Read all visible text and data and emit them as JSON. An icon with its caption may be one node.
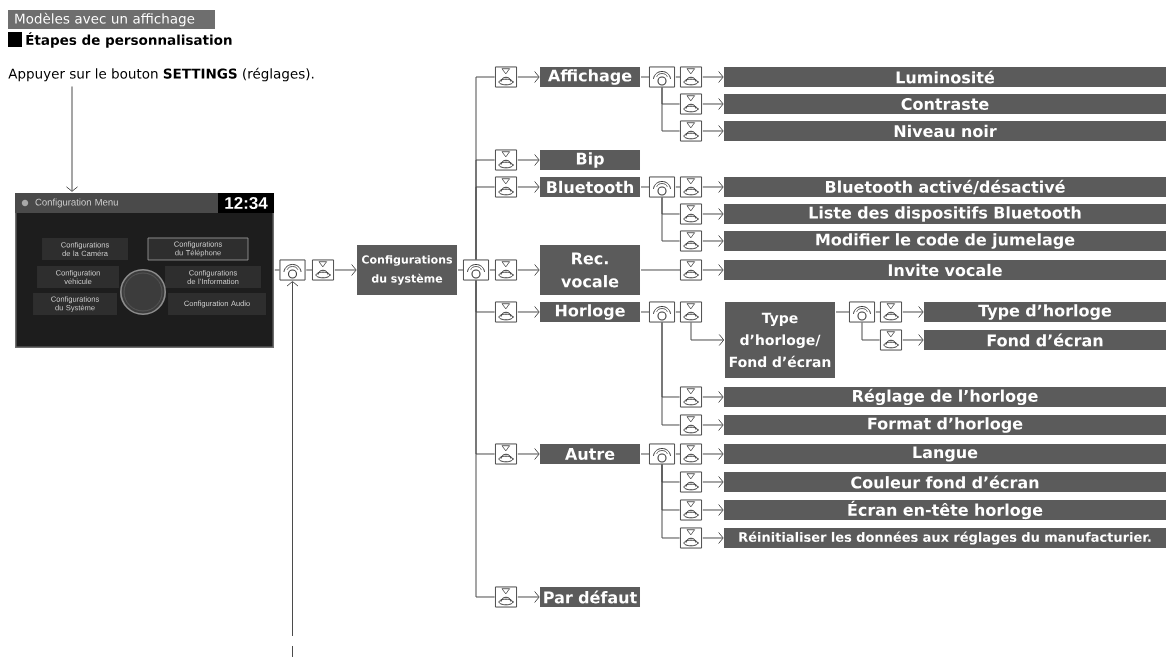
{
  "diagram": {
    "title": "Étapes de personnalisation",
    "nodes": [
      {
        "text": [
          "Modèles avec un affichage"
        ]
      },
      {
        "text": [
          "Appuyer sur le bouton **SETTINGS** (réglages)."
        ]
      },
      {
        "text": [],
        "shape": "picture"
      },
      {
        "text": [
          "Configuration Menu"
        ],
        "in": 2
      },
      {
        "text": [
          "12:34"
        ],
        "in": 2
      },
      {
        "text": [
          "Configurations de la Caméra"
        ],
        "in": 2
      },
      {
        "text": [
          "Configurations du Téléphone"
        ],
        "in": 2
      },
      {
        "text": [
          "Configuration véhicule"
        ],
        "in": 2
      },
      {
        "text": [
          "Configurations de l’Information"
        ],
        "in": 2
      },
      {
        "text": [
          "Configurations du Système"
        ],
        "in": 2
      },
      {
        "text": [
          "Configuration Audio"
        ],
        "in": 2
      },
      {
        "text": [],
        "shape": "circle",
        "in": 2
      },
      {
        "text": [],
        "shape": "picture"
      },
      {
        "text": [],
        "shape": "picture"
      },
      {
        "text": [
          "Configurations du système"
        ]
      },
      {
        "text": [],
        "shape": "picture"
      },
      {
        "text": [],
        "shape": "picture"
      },
      {
        "text": [
          "Affichage"
        ]
      },
      {
        "text": [],
        "shape": "picture"
      },
      {
        "text": [],
        "shape": "picture"
      },
      {
        "text": [
          "Luminosité"
        ]
      },
      {
        "text": [],
        "shape": "picture"
      },
      {
        "text": [
          "Contraste"
        ]
      },
      {
        "text": [],
        "shape": "picture"
      },
      {
        "text": [
          "Niveau noir"
        ]
      },
      {
        "text": [],
        "shape": "picture"
      },
      {
        "text": [
          "Bip"
        ]
      },
      {
        "text": [],
        "shape": "picture"
      },
      {
        "text": [
          "Bluetooth"
        ]
      },
      {
        "text": [],
        "shape": "picture"
      },
      {
        "text": [],
        "shape": "picture"
      },
      {
        "text": [
          "Bluetooth activé/désactivé"
        ]
      },
      {
        "text": [],
        "shape": "picture"
      },
      {
        "text": [
          "Liste des dispositifs Bluetooth"
        ]
      },
      {
        "text": [],
        "shape": "picture"
      },
      {
        "text": [
          "Modifier le code de jumelage"
        ]
      },
      {
        "text": [],
        "shape": "picture"
      },
      {
        "text": [
          "Rec. vocale"
        ]
      },
      {
        "text": [],
        "shape": "picture"
      },
      {
        "text": [
          "Invite vocale"
        ]
      },
      {
        "text": [],
        "shape": "picture"
      },
      {
        "text": [
          "Horloge"
        ]
      },
      {
        "text": [],
        "shape": "picture"
      },
      {
        "text": [],
        "shape": "picture"
      },
      {
        "text": [
          "Type d’horloge/ Fond d’écran"
        ]
      },
      {
        "text": [],
        "shape": "picture"
      },
      {
        "text": [],
        "shape": "picture"
      },
      {
        "text": [
          "Type d’horloge"
        ]
      },
      {
        "text": [],
        "shape": "picture"
      },
      {
        "text": [
          "Fond d’écran"
        ]
      },
      {
        "text": [],
        "shape": "picture"
      },
      {
        "text": [
          "Réglage de l’horloge"
        ]
      },
      {
        "text": [],
        "shape": "picture"
      },
      {
        "text": [
          "Format d’horloge"
        ]
      },
      {
        "text": [],
        "shape": "picture"
      },
      {
        "text": [
          "Autre"
        ]
      },
      {
        "text": [],
        "shape": "picture"
      },
      {
        "text": [],
        "shape": "picture"
      },
      {
        "text": [
          "Langue"
        ]
      },
      {
        "text": [],
        "shape": "picture"
      },
      {
        "text": [
          "Couleur fond d’écran"
        ]
      },
      {
        "text": [],
        "shape": "picture"
      },
      {
        "text": [
          "Écran en-tête horloge"
        ]
      },
      {
        "text": [],
        "shape": "picture"
      },
      {
        "text": [
          "Réinitialiser les données aux réglages du manufacturier."
        ]
      },
      {
        "text": [],
        "shape": "picture"
      },
      {
        "text": [
          "Par défaut"
        ]
      }
    ],
    "edges": [
      {
        "from": 1,
        "to": 2,
        "arrow": "to"
      },
      {
        "from": 2,
        "to": 12,
        "arrow": "none"
      },
      {
        "from": null,
        "to": 12,
        "arrow": "to"
      },
      {
        "from": 12,
        "to": 13,
        "arrow": "none"
      },
      {
        "from": 13,
        "to": 14,
        "arrow": "to"
      },
      {
        "from": 14,
        "to": 15,
        "arrow": "none"
      },
      {
        "from": 15,
        "to": 16,
        "arrow": "none"
      },
      {
        "from": 16,
        "to": 17,
        "arrow": "to"
      },
      {
        "from": 17,
        "to": 18,
        "arrow": "none"
      },
      {
        "from": 18,
        "to": 19,
        "arrow": "none"
      },
      {
        "from": 19,
        "to": 20,
        "arrow": "to"
      },
      {
        "from": 18,
        "to": 21,
        "arrow": "none"
      },
      {
        "from": 21,
        "to": 22,
        "arrow": "to"
      },
      {
        "from": 18,
        "to": 23,
        "arrow": "none"
      },
      {
        "from": 23,
        "to": 24,
        "arrow": "to"
      },
      {
        "from": 15,
        "to": 25,
        "arrow": "none"
      },
      {
        "from": 25,
        "to": 26,
        "arrow": "to"
      },
      {
        "from": 15,
        "to": 27,
        "arrow": "none"
      },
      {
        "from": 27,
        "to": 28,
        "arrow": "to"
      },
      {
        "from": 28,
        "to": 29,
        "arrow": "none"
      },
      {
        "from": 29,
        "to": 30,
        "arrow": "none"
      },
      {
        "from": 30,
        "to": 31,
        "arrow": "to"
      },
      {
        "from": 29,
        "to": 32,
        "arrow": "none"
      },
      {
        "from": 32,
        "to": 33,
        "arrow": "to"
      },
      {
        "from": 29,
        "to": 34,
        "arrow": "none"
      },
      {
        "from": 34,
        "to": 35,
        "arrow": "to"
      },
      {
        "from": 15,
        "to": 36,
        "arrow": "none"
      },
      {
        "from": 36,
        "to": 37,
        "arrow": "to"
      },
      {
        "from": 37,
        "to": 38,
        "arrow": "none"
      },
      {
        "from": 38,
        "to": 39,
        "arrow": "to"
      },
      {
        "from": 15,
        "to": 40,
        "arrow": "none"
      },
      {
        "from": 40,
        "to": 41,
        "arrow": "to"
      },
      {
        "from": 41,
        "to": 42,
        "arrow": "none"
      },
      {
        "from": 42,
        "to": 43,
        "arrow": "none"
      },
      {
        "from": 43,
        "to": 44,
        "arrow": "to"
      },
      {
        "from": 44,
        "to": 45,
        "arrow": "none"
      },
      {
        "from": 45,
        "to": 46,
        "arrow": "none"
      },
      {
        "from": 46,
        "to": 47,
        "arrow": "to"
      },
      {
        "from": 45,
        "to": 48,
        "arrow": "none"
      },
      {
        "from": 48,
        "to": 49,
        "arrow": "to"
      },
      {
        "from": 42,
        "to": 50,
        "arrow": "none"
      },
      {
        "from": 50,
        "to": 51,
        "arrow": "to"
      },
      {
        "from": 42,
        "to": 52,
        "arrow": "none"
      },
      {
        "from": 52,
        "to": 53,
        "arrow": "to"
      },
      {
        "from": 15,
        "to": 54,
        "arrow": "none"
      },
      {
        "from": 54,
        "to": 55,
        "arrow": "to"
      },
      {
        "from": 55,
        "to": 56,
        "arrow": "none"
      },
      {
        "from": 56,
        "to": 57,
        "arrow": "none"
      },
      {
        "from": 57,
        "to": 58,
        "arrow": "to"
      },
      {
        "from": 56,
        "to": 59,
        "arrow": "none"
      },
      {
        "from": 59,
        "to": 60,
        "arrow": "to"
      },
      {
        "from": 56,
        "to": 61,
        "arrow": "none"
      },
      {
        "from": 61,
        "to": 62,
        "arrow": "to"
      },
      {
        "from": 56,
        "to": 63,
        "arrow": "none"
      },
      {
        "from": 63,
        "to": 64,
        "arrow": "to"
      },
      {
        "from": 15,
        "to": 65,
        "arrow": "none"
      },
      {
        "from": 65,
        "to": 66,
        "arrow": "to"
      }
    ]
  }
}
